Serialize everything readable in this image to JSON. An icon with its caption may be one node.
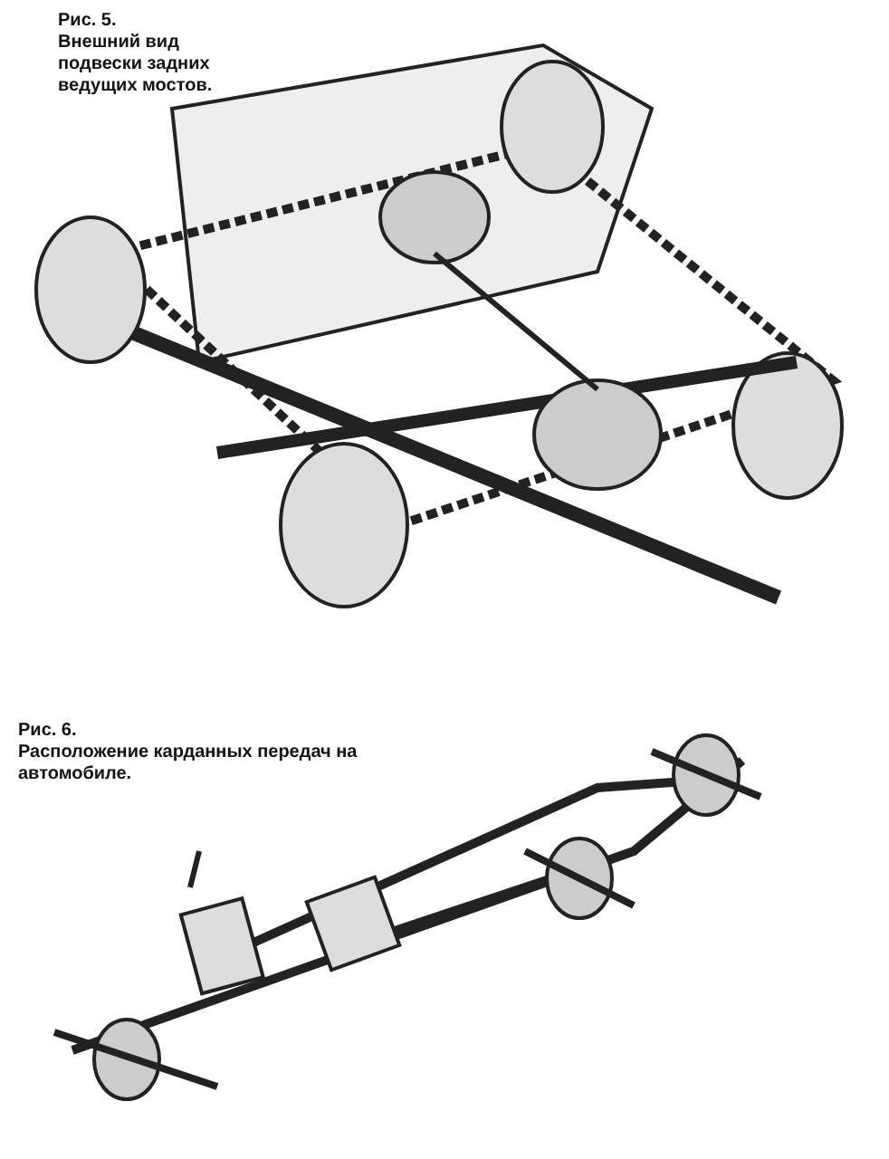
{
  "diagram": {
    "labels": [
      "Рис. 5.",
      "Внешний вид подвески задних ведущих мостов.",
      "Рис. 6.",
      "Расположение карданных передач на автомобиле."
    ]
  }
}
